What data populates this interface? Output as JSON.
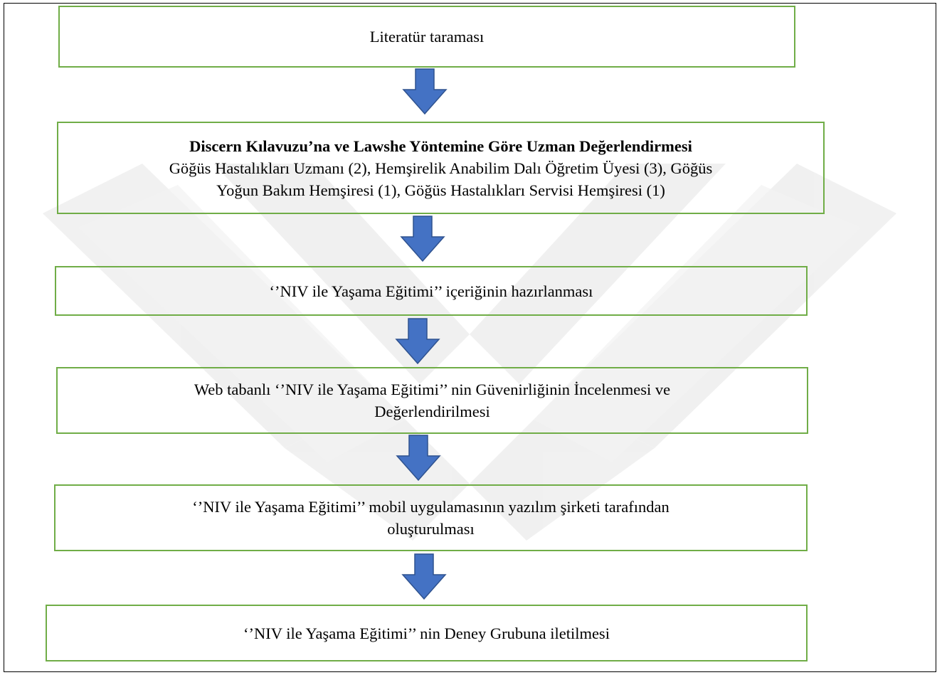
{
  "colors": {
    "box_border": "#70ad47",
    "arrow_fill": "#4472c4",
    "arrow_stroke": "#2f528f",
    "frame": "#000000",
    "watermark": "#e8e8e8"
  },
  "watermark": {
    "icon": "yok-logo-watermark"
  },
  "steps": [
    {
      "lines": [
        "Literatür taraması"
      ]
    },
    {
      "title": "Discern Kılavuzu’na ve Lawshe Yöntemine Göre Uzman Değerlendirmesi",
      "lines": [
        "Göğüs Hastalıkları Uzmanı (2), Hemşirelik Anabilim Dalı Öğretim Üyesi (3), Göğüs",
        "Yoğun Bakım Hemşiresi (1), Göğüs Hastalıkları Servisi Hemşiresi (1)"
      ]
    },
    {
      "lines": [
        "‘’NIV ile Yaşama Eğitimi’’ içeriğinin hazırlanması"
      ]
    },
    {
      "lines": [
        "Web tabanlı ‘’NIV ile Yaşama Eğitimi’’ nin Güvenirliğinin İncelenmesi ve",
        "Değerlendirilmesi"
      ]
    },
    {
      "lines": [
        "‘’NIV ile Yaşama Eğitimi’’ mobil uygulamasının yazılım şirketi tarafından",
        "oluşturulması"
      ]
    },
    {
      "lines": [
        "‘’NIV ile Yaşama Eğitimi’’ nin Deney Grubuna iletilmesi"
      ]
    }
  ]
}
